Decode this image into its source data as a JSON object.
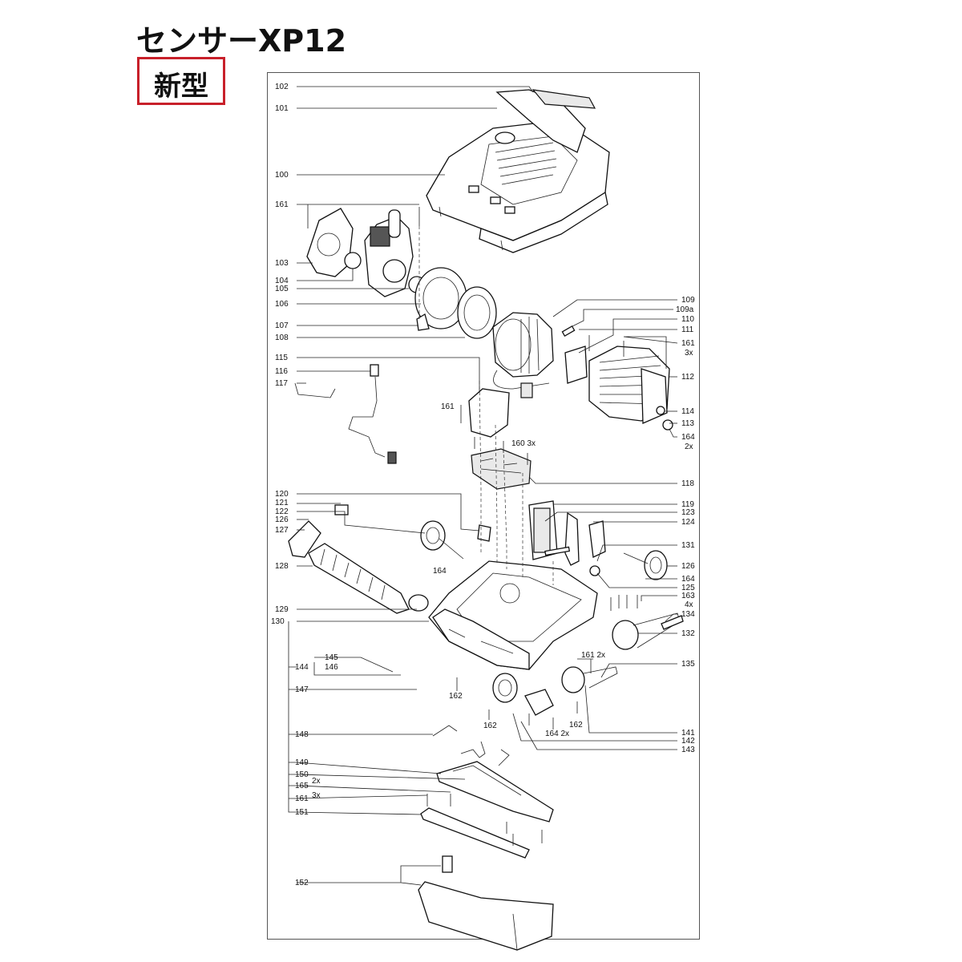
{
  "title": "センサーXP12",
  "badge": "新型",
  "callouts": {
    "c102": "102",
    "c101": "101",
    "c100": "100",
    "c161a": "161",
    "c103": "103",
    "c104": "104",
    "c105": "105",
    "c106": "106",
    "c107": "107",
    "c108": "108",
    "c109": "109",
    "c109a": "109a",
    "c110": "110",
    "c111": "111",
    "c161b": "161",
    "c3x_a": "3x",
    "c112": "112",
    "c115": "115",
    "c116": "116",
    "c117": "117",
    "c161c": "161",
    "c160": "160 3x",
    "c114": "114",
    "c113": "113",
    "c164a": "164",
    "c2x_a": "2x",
    "c118": "118",
    "c120": "120",
    "c121": "121",
    "c122": "122",
    "c126a": "126",
    "c127": "127",
    "c128": "128",
    "c164b": "164",
    "c119": "119",
    "c123": "123",
    "c124": "124",
    "c131": "131",
    "c126b": "126",
    "c164c": "164",
    "c125": "125",
    "c163": "163",
    "c4x": "4x",
    "c134": "134",
    "c132": "132",
    "c129": "129",
    "c130": "130",
    "c145": "145",
    "c144": "144",
    "c146": "146",
    "c147": "147",
    "c161d": "161 2x",
    "c135": "135",
    "c162a": "162",
    "c162b": "162",
    "c164d": "164 2x",
    "c162c": "162",
    "c141": "141",
    "c142": "142",
    "c143": "143",
    "c148": "148",
    "c149": "149",
    "c150": "150",
    "c165": "165",
    "c2x_b": "2x",
    "c161e": "161",
    "c3x_b": "3x",
    "c151": "151",
    "c152": "152"
  },
  "colors": {
    "badge_border": "#c8202a",
    "line": "#222222"
  }
}
